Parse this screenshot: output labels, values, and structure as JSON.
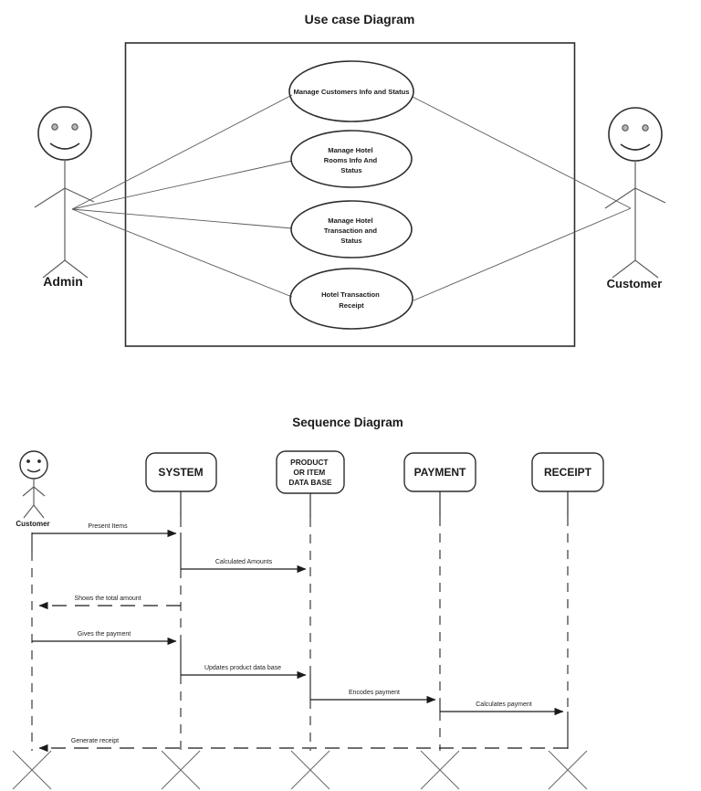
{
  "colors": {
    "ink": "#1a1a1a",
    "background": "#ffffff"
  },
  "use_case_diagram": {
    "title": "Use case Diagram",
    "actors": [
      {
        "name": "Admin",
        "side": "left"
      },
      {
        "name": "Customer",
        "side": "right"
      }
    ],
    "use_cases": [
      {
        "lines": [
          "Manage Customers Info and Status"
        ]
      },
      {
        "lines": [
          "Manage Hotel",
          "Rooms Info And",
          "Status"
        ]
      },
      {
        "lines": [
          "Manage Hotel",
          "Transaction and",
          "Status"
        ]
      },
      {
        "lines": [
          "Hotel Transaction",
          "Receipt"
        ]
      }
    ],
    "associations": [
      {
        "from": "Admin",
        "to": "Manage Customers Info and Status"
      },
      {
        "from": "Admin",
        "to": "Manage Hotel Rooms Info And Status"
      },
      {
        "from": "Admin",
        "to": "Manage Hotel Transaction and Status"
      },
      {
        "from": "Admin",
        "to": "Hotel Transaction Receipt"
      },
      {
        "from": "Customer",
        "to": "Manage Customers Info and Status"
      },
      {
        "from": "Customer",
        "to": "Hotel Transaction Receipt"
      }
    ]
  },
  "sequence_diagram": {
    "title": "Sequence Diagram",
    "lifelines": [
      {
        "label": "Customer",
        "type": "actor"
      },
      {
        "label": "SYSTEM",
        "type": "object"
      },
      {
        "label": "PRODUCT OR ITEM DATA BASE",
        "lines": [
          "PRODUCT",
          "OR ITEM",
          "DATA BASE"
        ],
        "type": "object"
      },
      {
        "label": "PAYMENT",
        "type": "object"
      },
      {
        "label": "RECEIPT",
        "type": "object"
      }
    ],
    "messages": [
      {
        "label": "Present Items",
        "from": "Customer",
        "to": "SYSTEM",
        "style": "solid"
      },
      {
        "label": "Calculated Amounts",
        "from": "SYSTEM",
        "to": "PRODUCT OR ITEM DATA BASE",
        "style": "solid"
      },
      {
        "label": "Shows the total amount",
        "from": "SYSTEM",
        "to": "Customer",
        "style": "dashed"
      },
      {
        "label": "Gives the payment",
        "from": "Customer",
        "to": "SYSTEM",
        "style": "solid"
      },
      {
        "label": "Updates product data base",
        "from": "SYSTEM",
        "to": "PRODUCT OR ITEM DATA BASE",
        "style": "solid"
      },
      {
        "label": "Encodes payment",
        "from": "PRODUCT OR ITEM DATA BASE",
        "to": "PAYMENT",
        "style": "solid"
      },
      {
        "label": "Calculates payment",
        "from": "PAYMENT",
        "to": "RECEIPT",
        "style": "solid"
      },
      {
        "label": "Generate receipt",
        "from": "RECEIPT",
        "to": "Customer",
        "style": "dashed"
      }
    ]
  }
}
